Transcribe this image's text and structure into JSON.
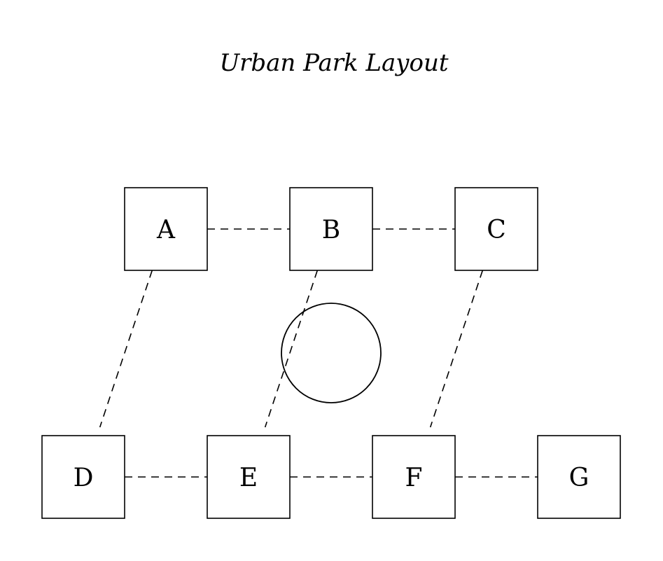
{
  "diagram": {
    "title": "Urban Park Layout",
    "nodes": [
      {
        "id": "A",
        "label": "A"
      },
      {
        "id": "B",
        "label": "B"
      },
      {
        "id": "C",
        "label": "C"
      },
      {
        "id": "D",
        "label": "D"
      },
      {
        "id": "E",
        "label": "E"
      },
      {
        "id": "F",
        "label": "F"
      },
      {
        "id": "G",
        "label": "G"
      }
    ],
    "edges": [
      {
        "from": "A",
        "to": "B",
        "style": "dashed"
      },
      {
        "from": "B",
        "to": "C",
        "style": "dashed"
      },
      {
        "from": "D",
        "to": "E",
        "style": "dashed"
      },
      {
        "from": "E",
        "to": "F",
        "style": "dashed"
      },
      {
        "from": "F",
        "to": "G",
        "style": "dashed"
      },
      {
        "from": "A",
        "to": "D",
        "style": "dashed"
      },
      {
        "from": "B",
        "to": "E",
        "style": "dashed"
      },
      {
        "from": "C",
        "to": "F",
        "style": "dashed"
      }
    ],
    "extra_shapes": [
      {
        "type": "circle",
        "name": "central-circle"
      }
    ]
  }
}
